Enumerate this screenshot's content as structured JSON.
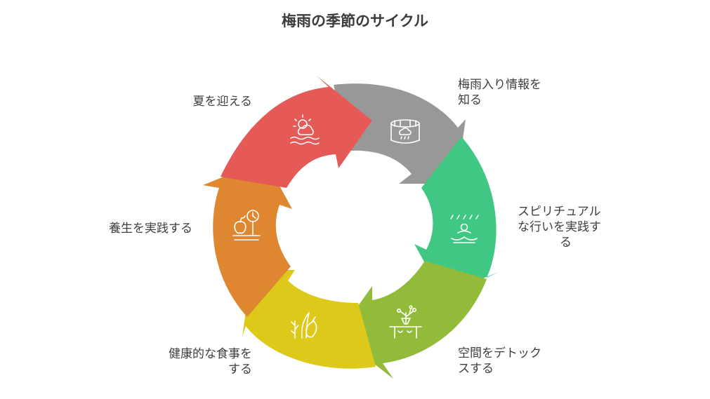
{
  "title": "梅雨の季節のサイクル",
  "colors": {
    "red": "#e55a57",
    "gray": "#989898",
    "green": "#3fc783",
    "lime": "#93bb3a",
    "yellow": "#dcc919",
    "orange": "#de8630",
    "icon": "#ffffff"
  },
  "steps": [
    {
      "label": "梅雨入り情報を知る",
      "lines": [
        "梅雨入り情報を",
        "知る"
      ],
      "icon": "calendar-rain-icon",
      "color": "gray"
    },
    {
      "label": "スピリチュアルな行いを実践する",
      "lines": [
        "スピリチュアル",
        "な行いを実践す",
        "る"
      ],
      "icon": "meditation-rain-icon",
      "color": "green"
    },
    {
      "label": "空間をデトックスする",
      "lines": [
        "空間をデトック",
        "スする"
      ],
      "icon": "plant-table-icon",
      "color": "lime"
    },
    {
      "label": "健康的な食事をする",
      "lines": [
        "健康的な食事を",
        "する"
      ],
      "icon": "vegetables-icon",
      "color": "yellow"
    },
    {
      "label": "養生を実践する",
      "lines": [
        "養生を実践する"
      ],
      "icon": "apple-scale-icon",
      "color": "orange"
    },
    {
      "label": "夏を迎える",
      "lines": [
        "夏を迎える"
      ],
      "icon": "sun-waves-icon",
      "color": "red"
    }
  ]
}
